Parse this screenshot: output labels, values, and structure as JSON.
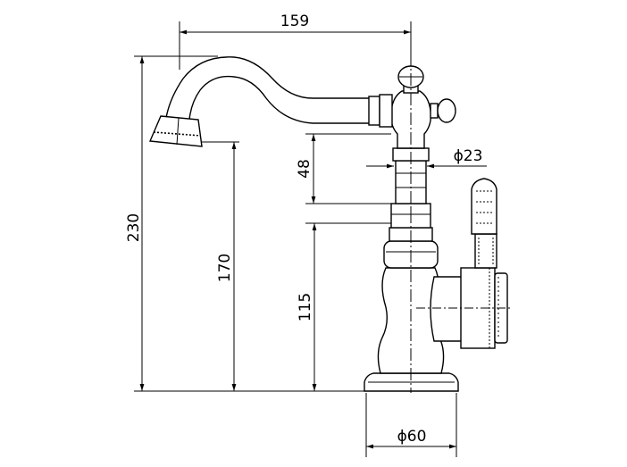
{
  "drawing": {
    "subject": "single-lever basin mixer faucet, side elevation",
    "dimensions": {
      "spout_reach": "159",
      "total_height": "230",
      "spout_outlet_height": "170",
      "body_height": "115",
      "handle_gap": "48",
      "neck_diameter": "ϕ23",
      "base_diameter": "ϕ60"
    }
  }
}
